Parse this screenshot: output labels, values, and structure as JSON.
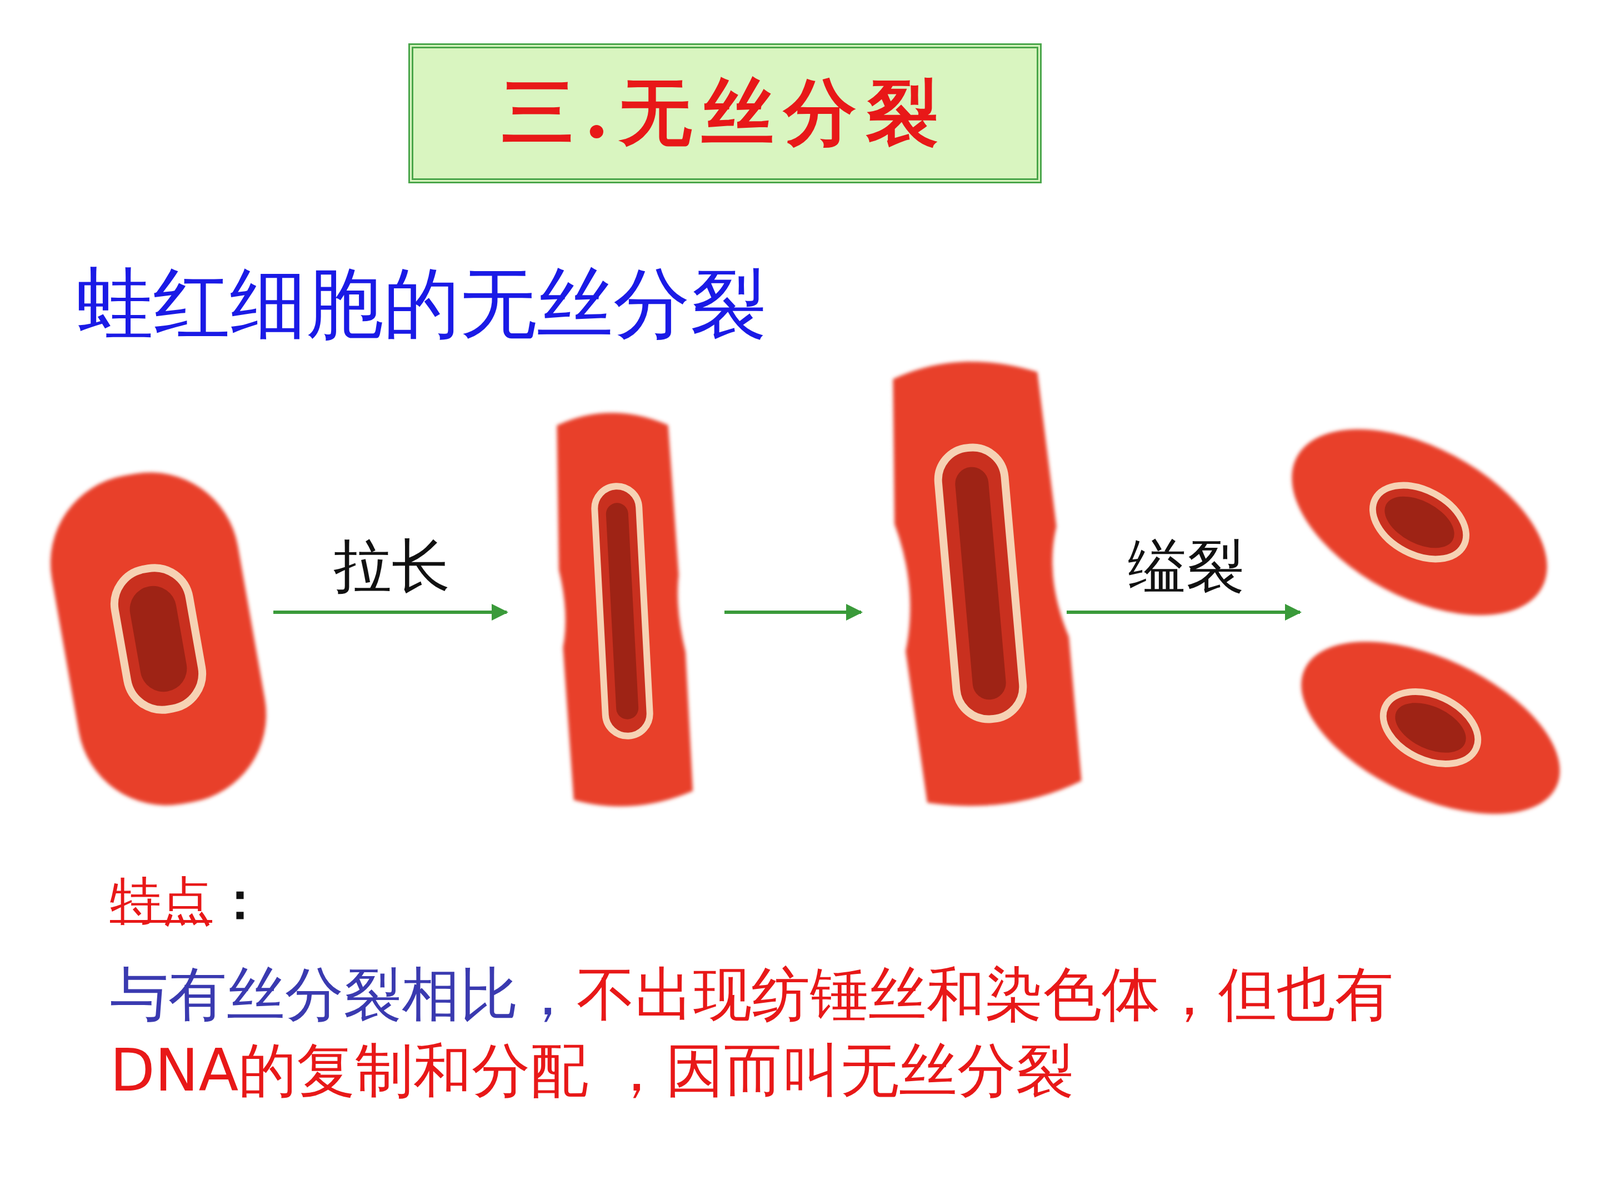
{
  "diagram": {
    "title": "三.无丝分裂",
    "nodes": [
      {
        "text": [
          "三.无丝分裂"
        ]
      }
    ],
    "labels": [
      "蛙红细胞的无丝分裂",
      "拉长",
      "缢裂",
      "特点",
      "：",
      "与有丝分裂相比，",
      "不出现纺锤丝和染色体，但也有DNA的复制和分配 ，因而叫无丝分裂"
    ]
  }
}
